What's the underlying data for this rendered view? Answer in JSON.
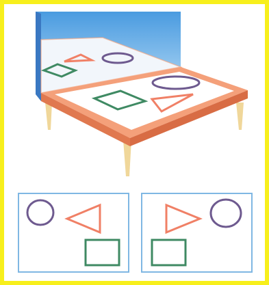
{
  "colors": {
    "border": "#f7ef1c",
    "mirror_top": "#4a9be0",
    "mirror_bottom": "#d9ecf8",
    "table_rim": "#f4a07a",
    "table_edge": "#e0784f",
    "table_surface": "#ffffff",
    "legs": "#f0d79a",
    "panel_border": "#7fb7e3",
    "circle": "#6e5a8f",
    "triangle": "#f08066",
    "square": "#3f8a63"
  },
  "panels": {
    "left": {
      "shapes": [
        "circle",
        "triangle-pointing-left",
        "square"
      ]
    },
    "right": {
      "shapes": [
        "triangle-pointing-right",
        "circle",
        "square"
      ]
    }
  }
}
